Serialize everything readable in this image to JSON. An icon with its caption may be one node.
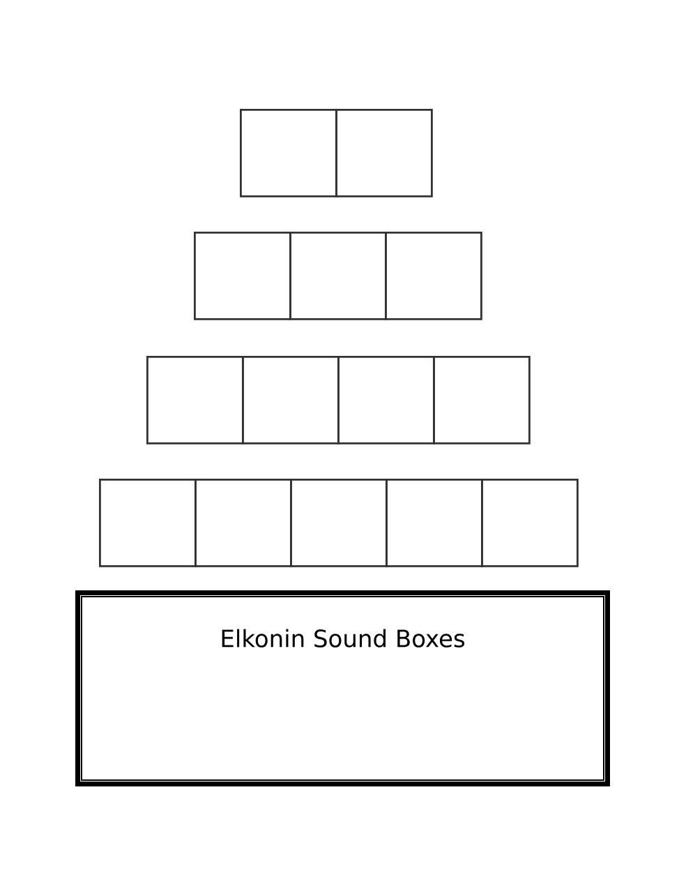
{
  "diagram": {
    "nodes": [
      {
        "text": [],
        "shape": "box"
      },
      {
        "text": [],
        "shape": "box"
      },
      {
        "text": [],
        "shape": "box"
      },
      {
        "text": [],
        "shape": "box"
      },
      {
        "text": [],
        "shape": "box"
      },
      {
        "text": [],
        "shape": "box"
      },
      {
        "text": [],
        "shape": "box"
      },
      {
        "text": [],
        "shape": "box"
      },
      {
        "text": [],
        "shape": "box"
      },
      {
        "text": [],
        "shape": "box"
      },
      {
        "text": [],
        "shape": "box"
      },
      {
        "text": [],
        "shape": "box"
      },
      {
        "text": [],
        "shape": "box"
      },
      {
        "text": [],
        "shape": "box"
      },
      {
        "text": [
          "Elkonin Sound Boxes"
        ]
      }
    ],
    "edges": []
  }
}
